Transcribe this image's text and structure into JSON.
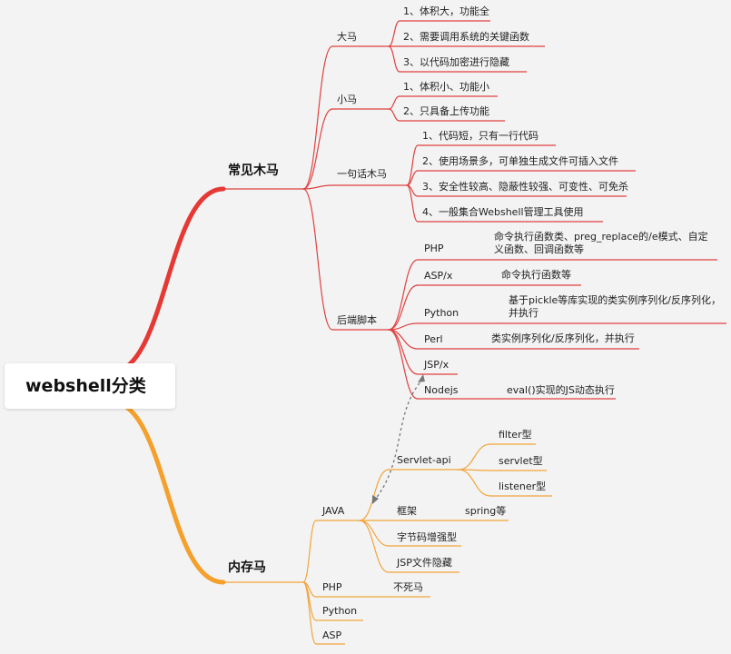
{
  "root": "webshell分类",
  "branches": {
    "trojan": {
      "title": "常见木马",
      "large": {
        "label": "大马",
        "items": [
          "1、体积大，功能全",
          "2、需要调用系统的关键函数",
          "3、以代码加密进行隐藏"
        ]
      },
      "small": {
        "label": "小马",
        "items": [
          "1、体积小、功能小",
          "2、只具备上传功能"
        ]
      },
      "oneline": {
        "label": "一句话木马",
        "items": [
          "1、代码短，只有一行代码",
          "2、使用场景多，可单独生成文件可插入文件",
          "3、安全性较高、隐蔽性较强、可变性、可免杀",
          "4、一般集合Webshell管理工具使用"
        ]
      },
      "backend": {
        "label": "后端脚本",
        "items": [
          {
            "lang": "PHP",
            "desc": "命令执行函数类、preg_replace的/e模式、自定义函数、回调函数等"
          },
          {
            "lang": "ASP/x",
            "desc": "命令执行函数等"
          },
          {
            "lang": "Python",
            "desc": "基于pickle等库实现的类实例序列化/反序列化，并执行"
          },
          {
            "lang": "Perl",
            "desc": "类实例序列化/反序列化，并执行"
          },
          {
            "lang": "JSP/x",
            "desc": ""
          },
          {
            "lang": "Nodejs",
            "desc": "eval()实现的JS动态执行"
          }
        ]
      }
    },
    "memory": {
      "title": "内存马",
      "java": {
        "label": "JAVA",
        "servlet_api": {
          "label": "Servlet-api",
          "items": [
            "filter型",
            "servlet型",
            "listener型"
          ]
        },
        "framework": {
          "label": "框架",
          "item": "spring等"
        },
        "bytecode": "字节码增强型",
        "jsp_hidden": "JSP文件隐藏"
      },
      "php": {
        "label": "PHP",
        "item": "不死马"
      },
      "python": "Python",
      "asp": "ASP"
    }
  },
  "colors": {
    "background": "#f3f3f3",
    "trojan_branch": "#e53935",
    "memory_branch": "#f5a02c",
    "trojan_link": "#e04040",
    "memory_link": "#f2a43a",
    "relation": "#777777"
  }
}
